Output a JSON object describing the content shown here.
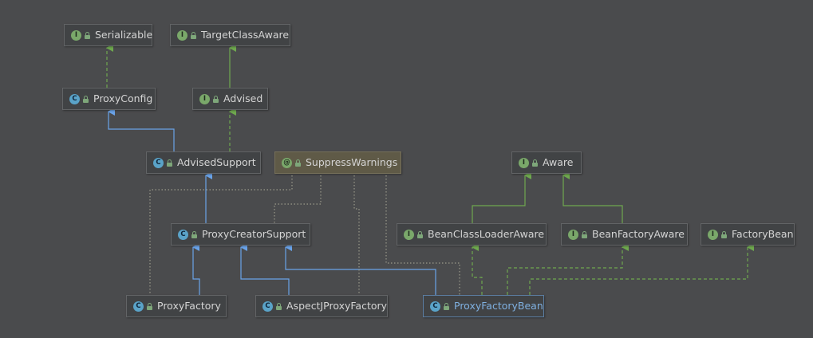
{
  "diagram": {
    "nodes": {
      "serializable": {
        "label": "Serializable",
        "kind": "interface",
        "badge": "I"
      },
      "target_class_aware": {
        "label": "TargetClassAware",
        "kind": "interface",
        "badge": "I"
      },
      "proxy_config": {
        "label": "ProxyConfig",
        "kind": "class",
        "badge": "C"
      },
      "advised": {
        "label": "Advised",
        "kind": "interface",
        "badge": "I"
      },
      "advised_support": {
        "label": "AdvisedSupport",
        "kind": "class",
        "badge": "C"
      },
      "suppress_warnings": {
        "label": "SuppressWarnings",
        "kind": "annotation",
        "badge": "@"
      },
      "aware": {
        "label": "Aware",
        "kind": "interface",
        "badge": "I"
      },
      "proxy_creator_support": {
        "label": "ProxyCreatorSupport",
        "kind": "class",
        "badge": "C"
      },
      "bean_class_loader_aware": {
        "label": "BeanClassLoaderAware",
        "kind": "interface",
        "badge": "I"
      },
      "bean_factory_aware": {
        "label": "BeanFactoryAware",
        "kind": "interface",
        "badge": "I"
      },
      "factory_bean": {
        "label": "FactoryBean",
        "kind": "interface",
        "badge": "I"
      },
      "proxy_factory": {
        "label": "ProxyFactory",
        "kind": "class",
        "badge": "C"
      },
      "aspectj_proxy_factory": {
        "label": "AspectJProxyFactory",
        "kind": "class",
        "badge": "C"
      },
      "proxy_factory_bean": {
        "label": "ProxyFactoryBean",
        "kind": "class",
        "badge": "C",
        "selected": true
      }
    },
    "edges": [
      {
        "from": "proxy_config",
        "to": "serializable",
        "type": "implements"
      },
      {
        "from": "advised",
        "to": "target_class_aware",
        "type": "extends-interface"
      },
      {
        "from": "advised_support",
        "to": "proxy_config",
        "type": "extends"
      },
      {
        "from": "advised_support",
        "to": "advised",
        "type": "implements"
      },
      {
        "from": "bean_class_loader_aware",
        "to": "aware",
        "type": "extends-interface"
      },
      {
        "from": "bean_factory_aware",
        "to": "aware",
        "type": "extends-interface"
      },
      {
        "from": "proxy_creator_support",
        "to": "advised_support",
        "type": "extends"
      },
      {
        "from": "proxy_factory",
        "to": "proxy_creator_support",
        "type": "extends"
      },
      {
        "from": "aspectj_proxy_factory",
        "to": "proxy_creator_support",
        "type": "extends"
      },
      {
        "from": "proxy_factory_bean",
        "to": "proxy_creator_support",
        "type": "extends"
      },
      {
        "from": "proxy_factory_bean",
        "to": "bean_class_loader_aware",
        "type": "implements"
      },
      {
        "from": "proxy_factory_bean",
        "to": "bean_factory_aware",
        "type": "implements"
      },
      {
        "from": "proxy_factory_bean",
        "to": "factory_bean",
        "type": "implements"
      },
      {
        "from": "suppress_warnings",
        "to": "proxy_creator_support",
        "type": "annotated"
      },
      {
        "from": "suppress_warnings",
        "to": "proxy_factory",
        "type": "annotated"
      },
      {
        "from": "suppress_warnings",
        "to": "aspectj_proxy_factory",
        "type": "annotated"
      },
      {
        "from": "suppress_warnings",
        "to": "proxy_factory_bean",
        "type": "annotated"
      }
    ],
    "colors": {
      "extends": "#6aa3e8",
      "implements": "#6fa84f",
      "annotated": "#9a9a8a",
      "background": "#4a4b4d"
    }
  }
}
